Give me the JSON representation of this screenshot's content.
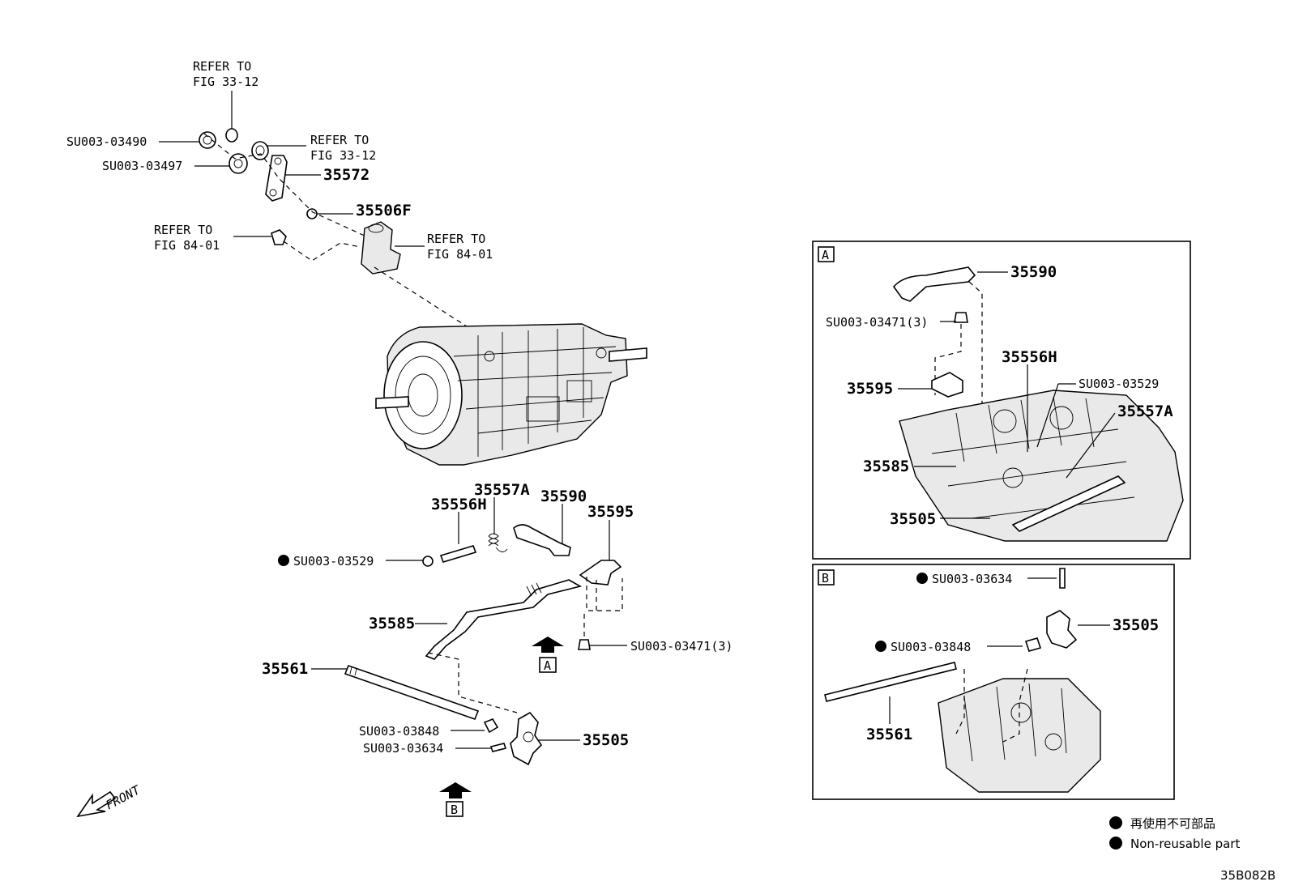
{
  "refs": {
    "r1": [
      "REFER TO",
      "FIG 33-12"
    ],
    "r2": [
      "REFER TO",
      "FIG 33-12"
    ],
    "r3": [
      "REFER TO",
      "FIG 84-01"
    ],
    "r4": [
      "REFER TO",
      "FIG 84-01"
    ]
  },
  "parts": {
    "p_su03490": "SU003-03490",
    "p_su03497": "SU003-03497",
    "p_35572": "35572",
    "p_35506f": "35506F",
    "p_35557a": "35557A",
    "p_35556h": "35556H",
    "p_35590": "35590",
    "p_35595": "35595",
    "p_su03529": "SU003-03529",
    "p_35585": "35585",
    "p_su03471": "SU003-03471(3)",
    "p_35561": "35561",
    "p_su03848": "SU003-03848",
    "p_su03634": "SU003-03634",
    "p_35505": "35505"
  },
  "detailA": {
    "tag": "A",
    "p_35590": "35590",
    "p_su03471": "SU003-03471(3)",
    "p_35556h": "35556H",
    "p_su03529": "SU003-03529",
    "p_35595": "35595",
    "p_35557a": "35557A",
    "p_35585": "35585",
    "p_35505": "35505"
  },
  "detailB": {
    "tag": "B",
    "p_su03634": "SU003-03634",
    "p_35505": "35505",
    "p_su03848": "SU003-03848",
    "p_35561": "35561"
  },
  "view_tags": {
    "a": "A",
    "b": "B"
  },
  "front_label": "FRONT",
  "legend": {
    "jp": "再使用不可部品",
    "en": "Non-reusable part"
  },
  "figure_code": "35B082B"
}
